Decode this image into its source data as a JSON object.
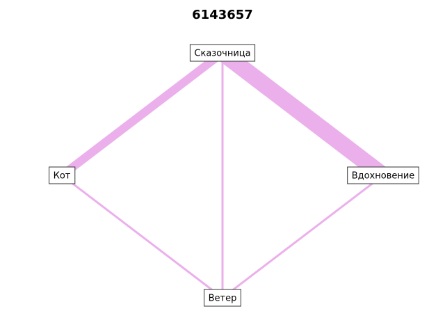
{
  "title": "6143657",
  "edge_color": "#ebb0eb",
  "node_border_color": "#333333",
  "nodes": [
    {
      "id": "skazochnitsa",
      "label": "Сказочница"
    },
    {
      "id": "kot",
      "label": "Кот"
    },
    {
      "id": "vdokhnovenie",
      "label": "Вдохновение"
    },
    {
      "id": "veter",
      "label": "Ветер"
    }
  ],
  "edges": [
    {
      "source": "skazochnitsa",
      "target": "kot",
      "weight": 3
    },
    {
      "source": "skazochnitsa",
      "target": "vdokhnovenie",
      "weight": 6
    },
    {
      "source": "skazochnitsa",
      "target": "veter",
      "weight": 1
    },
    {
      "source": "kot",
      "target": "veter",
      "weight": 1
    },
    {
      "source": "vdokhnovenie",
      "target": "veter",
      "weight": 1
    }
  ]
}
